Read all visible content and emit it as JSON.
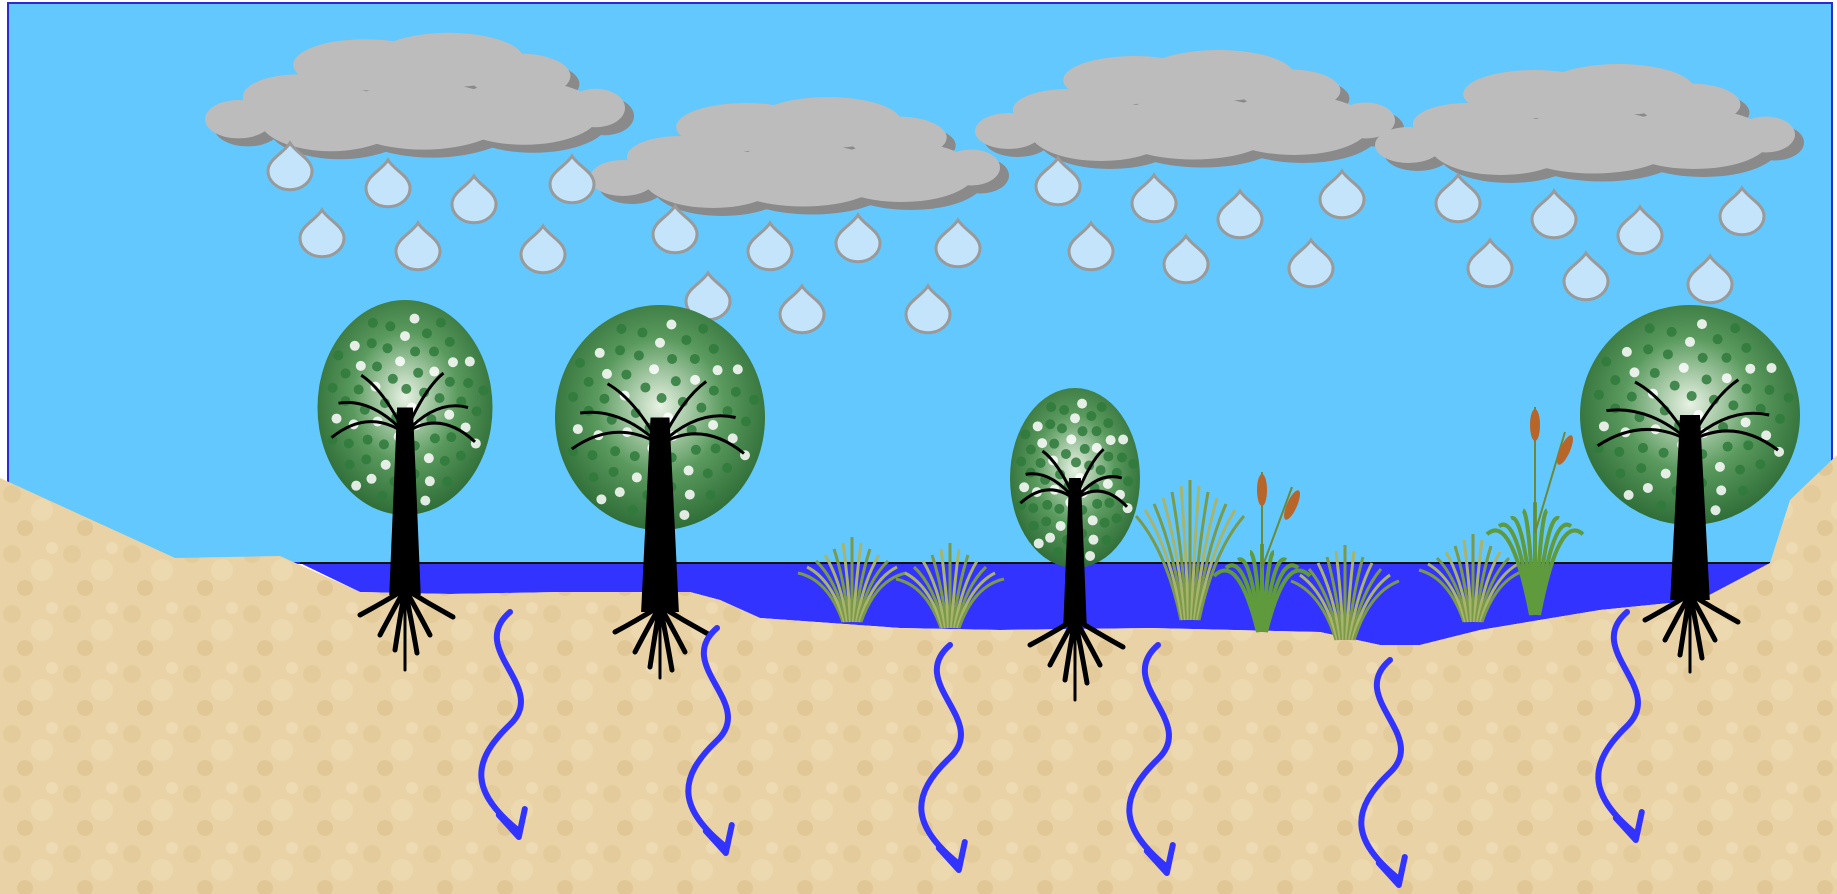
{
  "scene": {
    "description_kind": "illustration",
    "colors": {
      "sky": "#63c8fd",
      "sky_border": "#2a2ad6",
      "water": "#3333ff",
      "sand": "#e9d3a6",
      "sand_dark": "#d9bd87",
      "cloud": "#bcbcbc",
      "cloud_shadow": "#8a8a8a",
      "drop_fill": "#c4e4fb",
      "drop_stroke": "#9a9a9a",
      "arrow": "#3333ff",
      "trunk": "#000000",
      "leaf": "#2f7a3c",
      "grass": "#7a9a4a",
      "cattail_head": "#b8652a"
    },
    "icons": {
      "cloud": "cloud-icon",
      "raindrop": "raindrop-icon",
      "tree": "tree-icon",
      "grass": "grass-tuft-icon",
      "cattail": "cattail-icon",
      "infiltration": "wavy-down-arrow-icon"
    },
    "counts": {
      "clouds": 4,
      "trees": 4,
      "grass_tufts": 5,
      "cattails": 2,
      "infiltration_arrows": 6
    }
  }
}
